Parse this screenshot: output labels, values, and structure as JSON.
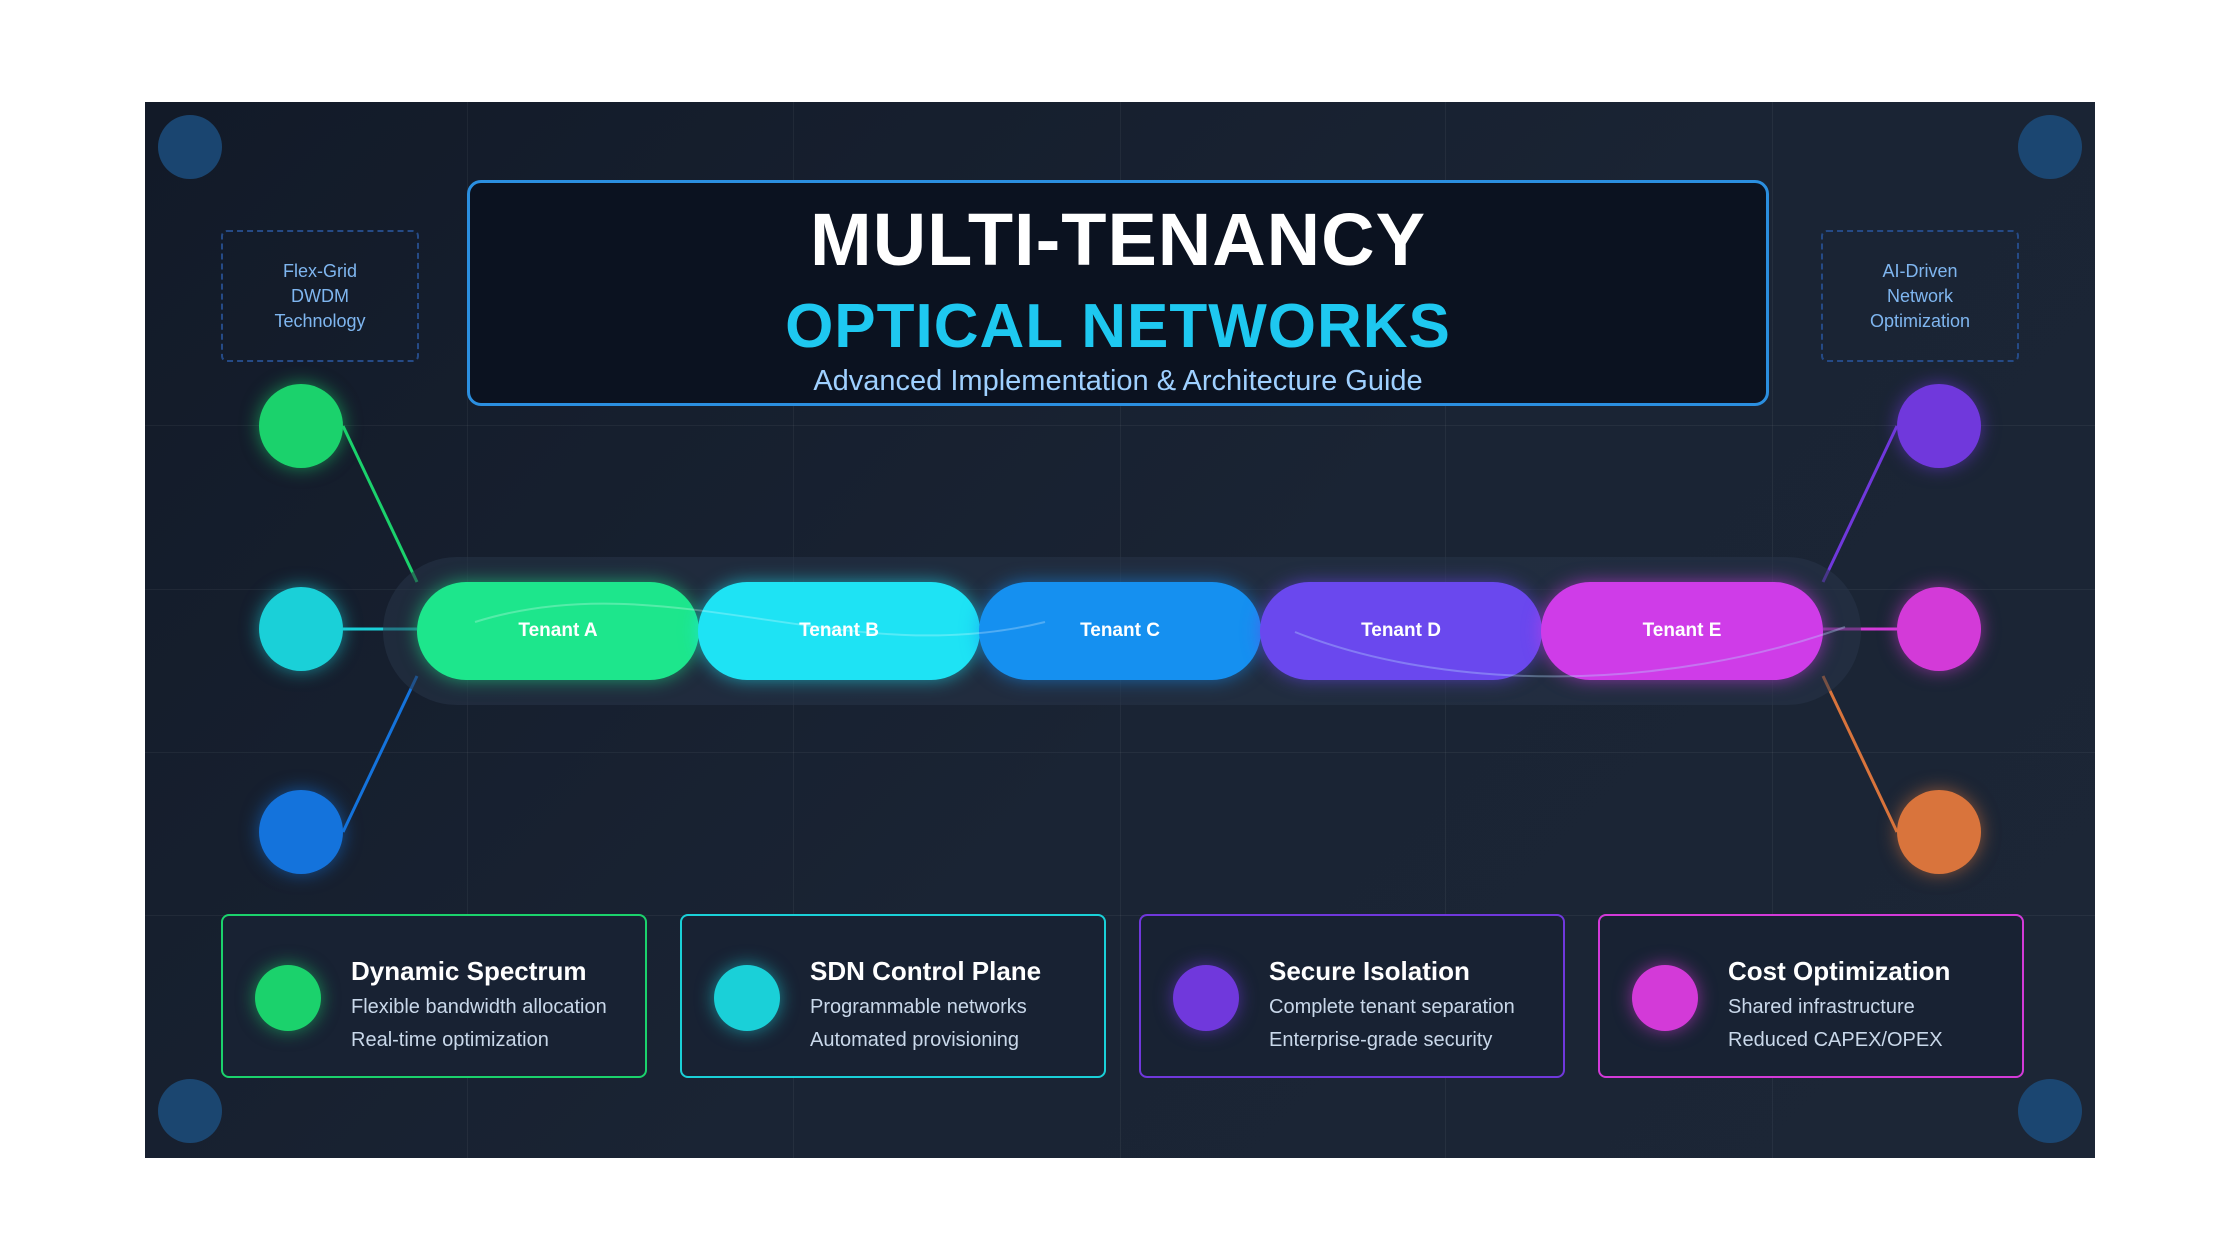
{
  "title": {
    "line1": "MULTI-TENANCY",
    "line2": "OPTICAL NETWORKS",
    "subtitle": "Advanced Implementation & Architecture Guide"
  },
  "side_labels": {
    "left": [
      "Flex-Grid",
      "DWDM",
      "Technology"
    ],
    "right": [
      "AI-Driven",
      "Network",
      "Optimization"
    ]
  },
  "tenants": [
    {
      "label": "Tenant A",
      "color": "#1de68c"
    },
    {
      "label": "Tenant B",
      "color": "#1ee3f4"
    },
    {
      "label": "Tenant C",
      "color": "#1590f0"
    },
    {
      "label": "Tenant D",
      "color": "#6a48ee"
    },
    {
      "label": "Tenant E",
      "color": "#cf3ce8"
    }
  ],
  "nodes": {
    "left": [
      "#1bd26c",
      "#1ad0d8",
      "#1473dc"
    ],
    "right": [
      "#7038dc",
      "#d33ad8",
      "#d9743c"
    ]
  },
  "cards": [
    {
      "title": "Dynamic Spectrum",
      "line1": "Flexible bandwidth allocation",
      "line2": "Real-time optimization",
      "color": "#1bd26c"
    },
    {
      "title": "SDN Control Plane",
      "line1": "Programmable networks",
      "line2": "Automated provisioning",
      "color": "#1ad0d8"
    },
    {
      "title": "Secure Isolation",
      "line1": "Complete tenant separation",
      "line2": "Enterprise-grade security",
      "color": "#7038dc"
    },
    {
      "title": "Cost Optimization",
      "line1": "Shared infrastructure",
      "line2": "Reduced CAPEX/OPEX",
      "color": "#d33ad8"
    }
  ]
}
